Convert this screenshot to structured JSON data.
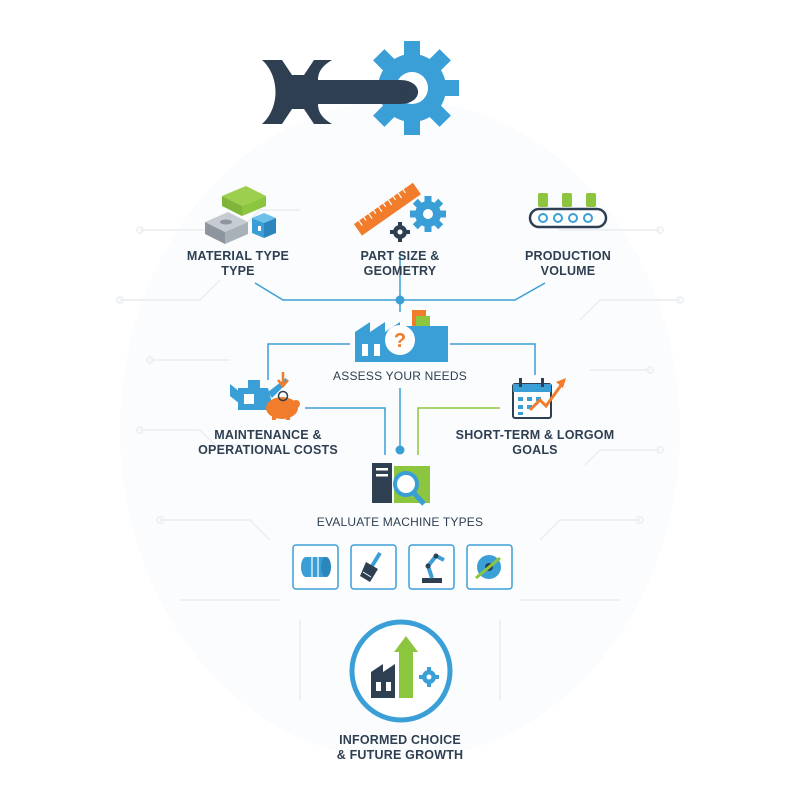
{
  "colors": {
    "dark": "#2e3f52",
    "blue": "#3a9fd6",
    "green": "#8cc63f",
    "orange": "#f07c2c",
    "line_blue": "#3a9fd6",
    "circuit_bg": "#eef1f4"
  },
  "icons": {
    "header": "wrench-gear-icon",
    "material": "material-blocks-icon",
    "part_size": "ruler-gears-icon",
    "production": "conveyor-belt-icon",
    "assess": "factory-question-icon",
    "maintenance": "oilcan-piggybank-icon",
    "goals": "calendar-chart-icon",
    "evaluate": "server-magnifier-icon",
    "machines": [
      "drum-machine-icon",
      "paint-brush-icon",
      "robot-arm-icon",
      "saw-blade-icon"
    ],
    "growth": "factory-growth-icon"
  },
  "nodes": {
    "material": {
      "line1": "MATERIAL TYPE",
      "line2": "TYPE"
    },
    "part_size": {
      "line1": "PART SIZE &",
      "line2": "GEOMETRY"
    },
    "production": {
      "line1": "PRODUCTION",
      "line2": "VOLUME"
    },
    "assess": {
      "line1": "ASSESS YOUR NEEDS"
    },
    "maintenance": {
      "line1": "MAINTENANCE &",
      "line2": "OPERATIONAL COSTS"
    },
    "goals": {
      "line1": "SHORT-TERM & LORGOM",
      "line2": "GOALS"
    },
    "evaluate": {
      "line1": "EVALUATE MACHINE TYPES"
    },
    "growth": {
      "line1": "INFORMED CHOICE",
      "line2": "& FUTURE GROWTH"
    }
  }
}
